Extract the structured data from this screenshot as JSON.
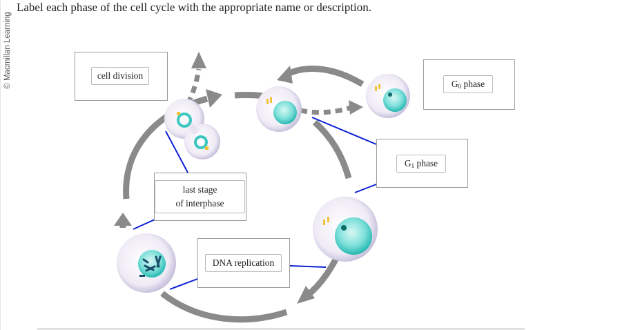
{
  "credit": "© Macmillan Learning",
  "instruction": "Label each phase of the cell cycle with the appropriate name or description.",
  "labels": {
    "cell_division": "cell division",
    "g0_phase_main": "G",
    "g0_phase_sub": "0",
    "g0_phase_tail": " phase",
    "g1_phase_main": "G",
    "g1_phase_sub": "1",
    "g1_phase_tail": " phase",
    "last_stage_line1": "last stage",
    "last_stage_line2": "of interphase",
    "dna_replication": "DNA replication"
  },
  "colors": {
    "arrow": "#8a8a8a",
    "connector": "#0a1fd6",
    "cytoplasm": "#e8e4f2",
    "nucleus": "#3cc6c0"
  }
}
